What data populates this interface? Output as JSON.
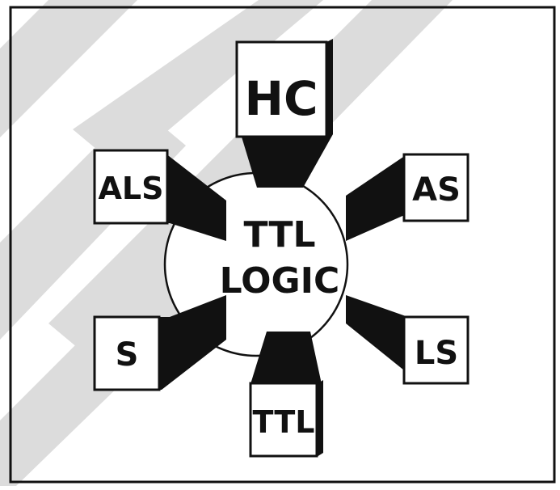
{
  "diagram": {
    "center": {
      "title_line1": "TTL",
      "title_line2": "LOGIC"
    },
    "families": {
      "hc": "HC",
      "as": "AS",
      "ls": "LS",
      "ttl": "TTL",
      "s": "S",
      "als": "ALS"
    }
  },
  "colors": {
    "background": "#ffffff",
    "ink": "#111111",
    "watermark": "#d9d9d9"
  }
}
